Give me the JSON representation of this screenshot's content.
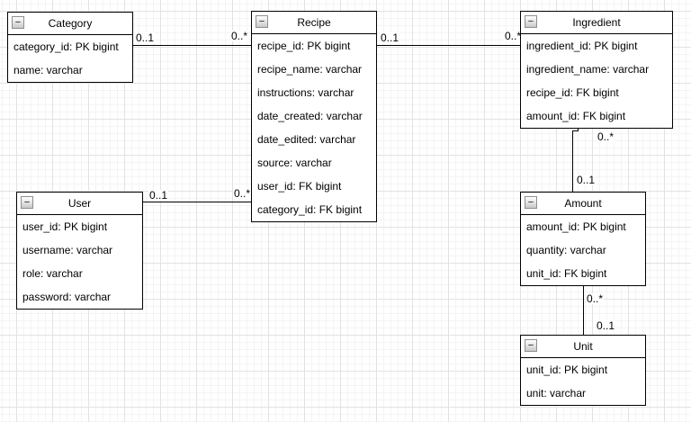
{
  "icons": {
    "collapse_glyph": "−"
  },
  "colors": {
    "background": "#ffffff",
    "grid_major": "#e2e2e2",
    "grid_minor": "#f4f4f4",
    "entity_border": "#000000",
    "connector": "#000000",
    "text": "#000000"
  },
  "diagram": {
    "entities": [
      {
        "id": "category",
        "title": "Category",
        "fields": [
          "category_id: PK bigint",
          "name: varchar"
        ]
      },
      {
        "id": "recipe",
        "title": "Recipe",
        "fields": [
          "recipe_id: PK bigint",
          "recipe_name: varchar",
          "instructions: varchar",
          "date_created: varchar",
          "date_edited: varchar",
          "source: varchar",
          "user_id: FK bigint",
          "category_id: FK bigint"
        ]
      },
      {
        "id": "ingredient",
        "title": "Ingredient",
        "fields": [
          "ingredient_id: PK bigint",
          "ingredient_name: varchar",
          "recipe_id: FK bigint",
          "amount_id: FK bigint"
        ]
      },
      {
        "id": "user",
        "title": "User",
        "fields": [
          "user_id: PK bigint",
          "username: varchar",
          "role: varchar",
          "password: varchar"
        ]
      },
      {
        "id": "amount",
        "title": "Amount",
        "fields": [
          "amount_id: PK bigint",
          "quantity: varchar",
          "unit_id: FK bigint"
        ]
      },
      {
        "id": "unit",
        "title": "Unit",
        "fields": [
          "unit_id: PK bigint",
          "unit: varchar"
        ]
      }
    ],
    "connections": [
      {
        "from": "Category",
        "to": "Recipe",
        "from_card": "0..1",
        "to_card": "0..*"
      },
      {
        "from": "Recipe",
        "to": "Ingredient",
        "from_card": "0..1",
        "to_card": "0..*"
      },
      {
        "from": "User",
        "to": "Recipe",
        "from_card": "0..1",
        "to_card": "0..*"
      },
      {
        "from": "Ingredient",
        "to": "Amount",
        "from_card": "0..*",
        "to_card": "0..1"
      },
      {
        "from": "Amount",
        "to": "Unit",
        "from_card": "0..*",
        "to_card": "0..1"
      }
    ]
  }
}
